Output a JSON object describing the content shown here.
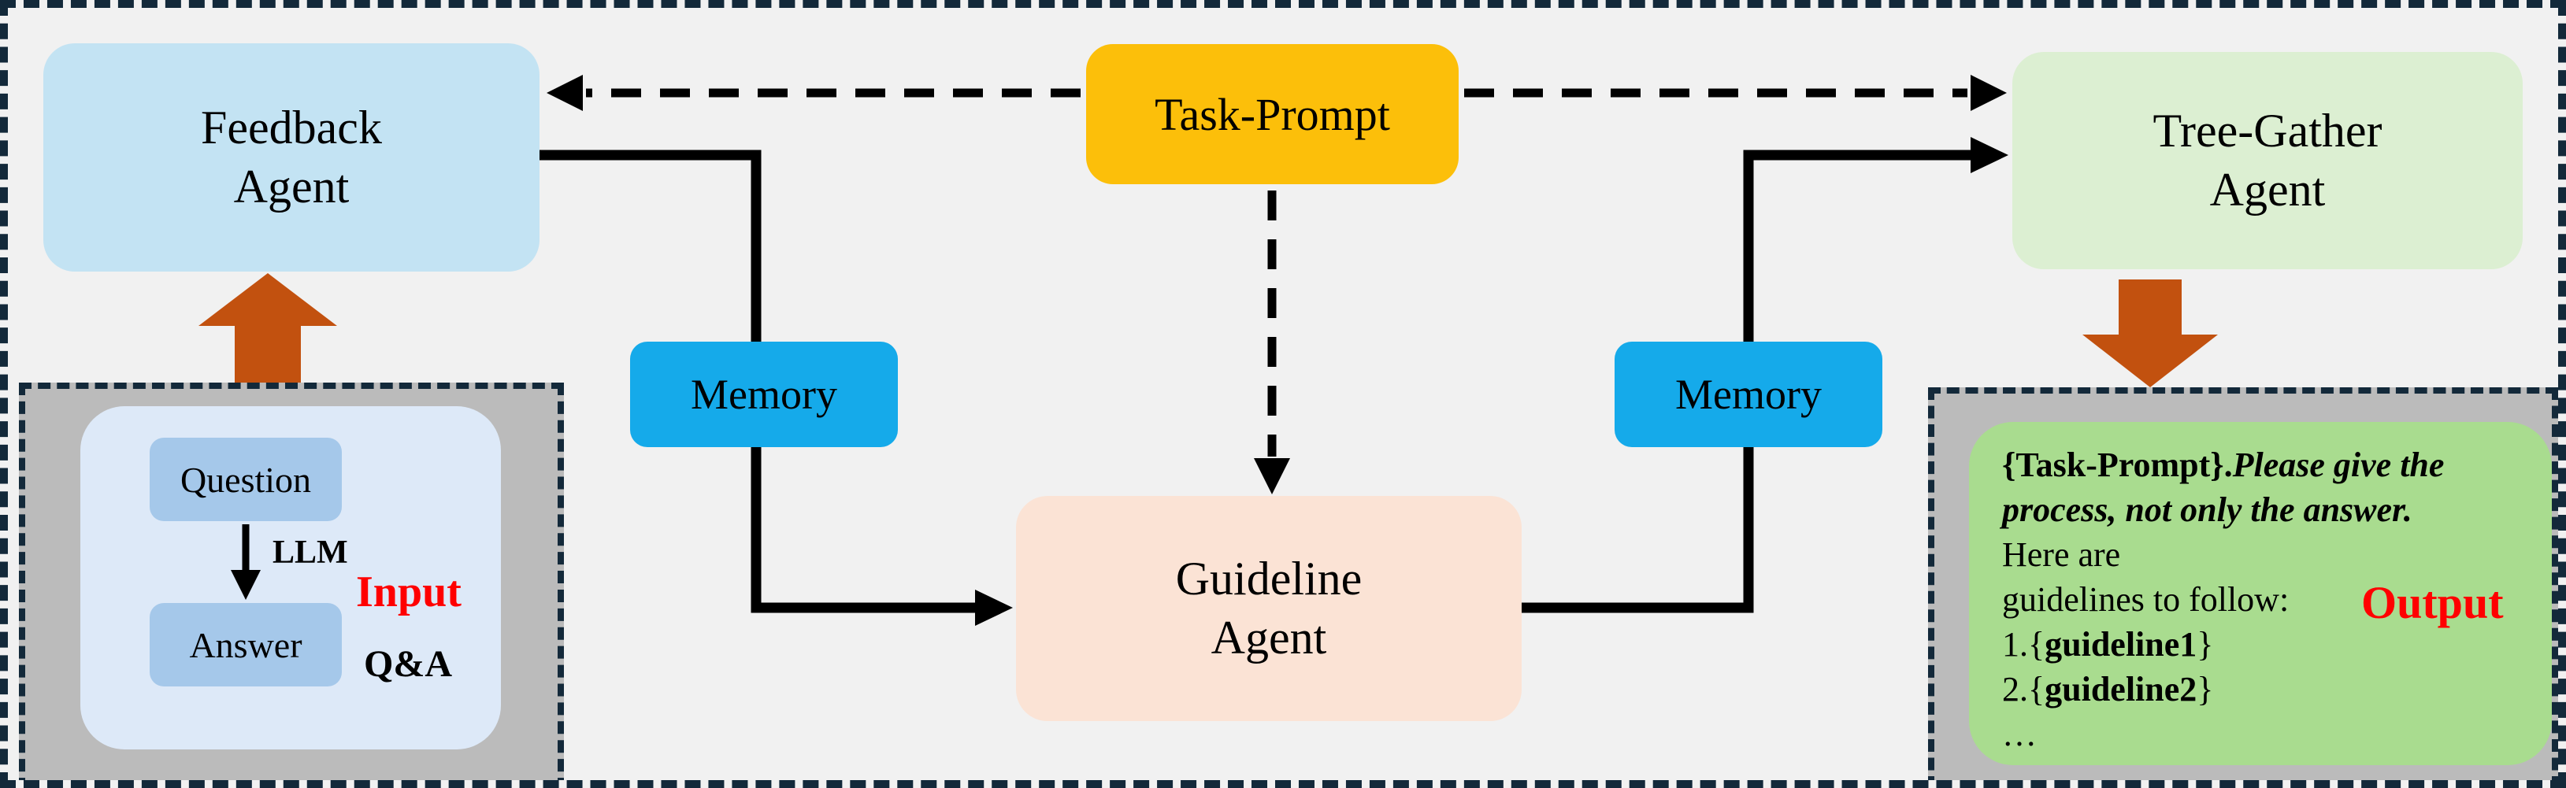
{
  "diagram": {
    "title": "Multi-agent guideline generation workflow",
    "background_color": "#F1F1F1",
    "border_color": "#13293A",
    "connector_color": "#000000",
    "block_arrow_color": "#C2510F",
    "nodes": {
      "feedback_agent": {
        "line1": "Feedback",
        "line2": "Agent",
        "color": "#C3E3F3"
      },
      "task_prompt": {
        "label": "Task-Prompt",
        "color": "#FCBF0A"
      },
      "tree_gather_agent": {
        "line1": "Tree-Gather",
        "line2": "Agent",
        "color": "#DCEFD2"
      },
      "guideline_agent": {
        "line1": "Guideline",
        "line2": "Agent",
        "color": "#FBE3D5"
      },
      "memory_left": {
        "label": "Memory",
        "color": "#15AAEA"
      },
      "memory_right": {
        "label": "Memory",
        "color": "#15AAEA"
      }
    }
  },
  "input_panel": {
    "panel_color": "#BBBBBB",
    "inner_box_color": "#DDE9F8",
    "question_label": "Question",
    "answer_label": "Answer",
    "qa_box_color": "#A5C8EA",
    "llm_label": "LLM",
    "input_label": "Input",
    "input_label_color": "#FF0000",
    "qa_label": "Q&A"
  },
  "output_panel": {
    "panel_color": "#BBBBBB",
    "box_color": "#A9DC8F",
    "output_label": "Output",
    "output_label_color": "#FF0000",
    "lines": [
      [
        {
          "t": "{Task-Prompt}",
          "b": true
        },
        {
          "t": ".",
          "b": true
        },
        {
          "t": "Please give the",
          "b": true,
          "i": true
        }
      ],
      [
        {
          "t": "process, not only the answer.",
          "b": true,
          "i": true
        },
        {
          "t": " Here are"
        }
      ],
      [
        {
          "t": "guidelines to follow:"
        }
      ],
      [
        {
          "t": "1.{"
        },
        {
          "t": "guideline1",
          "b": true
        },
        {
          "t": "}"
        }
      ],
      [
        {
          "t": "2.{"
        },
        {
          "t": "guideline2",
          "b": true
        },
        {
          "t": "}"
        }
      ],
      [
        {
          "t": "…"
        }
      ]
    ]
  }
}
